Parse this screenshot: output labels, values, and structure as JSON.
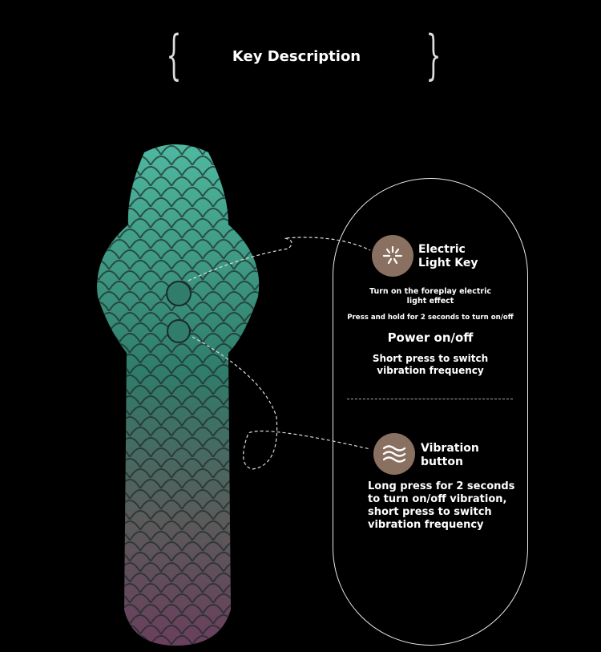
{
  "header": {
    "title": "Key Description"
  },
  "keys": [
    {
      "icon": "electric-light-icon",
      "name": "Electric Light Key",
      "name_lines": [
        "Electric",
        "Light Key"
      ],
      "desc": "Turn on the foreplay electric light effect",
      "desc_lines": [
        "Turn on the foreplay electric",
        "light effect"
      ],
      "hold": "Press and hold for 2 seconds to turn on/off"
    },
    {
      "name": "Power on/off",
      "desc_lines": [
        "Short press to switch",
        "vibration frequency"
      ]
    },
    {
      "icon": "vibration-waves-icon",
      "name_lines": [
        "Vibration",
        "button"
      ],
      "desc_lines": [
        "Long press for 2 seconds",
        "to turn on/off vibration,",
        "short press to switch",
        "vibration frequency"
      ]
    }
  ],
  "colors": {
    "icon_bg": "#8a7060",
    "teal": "#3fa58c",
    "purple": "#5a3a55"
  }
}
